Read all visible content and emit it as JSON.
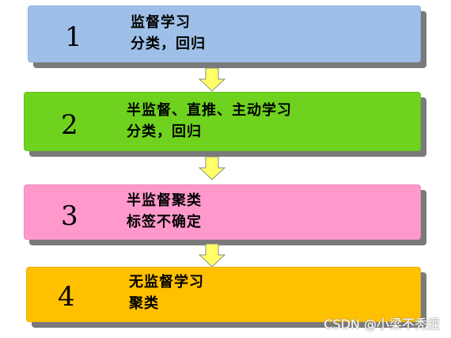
{
  "steps": [
    {
      "number": "1",
      "line1": "监督学习",
      "line2": "分类，回归",
      "color": "#9ec0e8"
    },
    {
      "number": "2",
      "line1": "半监督、直推、主动学习",
      "line2": "分类，回归",
      "color": "#6fd21f"
    },
    {
      "number": "3",
      "line1": "半监督聚类",
      "line2": "标签不确定",
      "color": "#ff99cc"
    },
    {
      "number": "4",
      "line1": "无监督学习",
      "line2": "聚类",
      "color": "#ffc000"
    }
  ],
  "arrow_color": "#ffff66",
  "watermark": "CSDN @小梁不秃捏"
}
